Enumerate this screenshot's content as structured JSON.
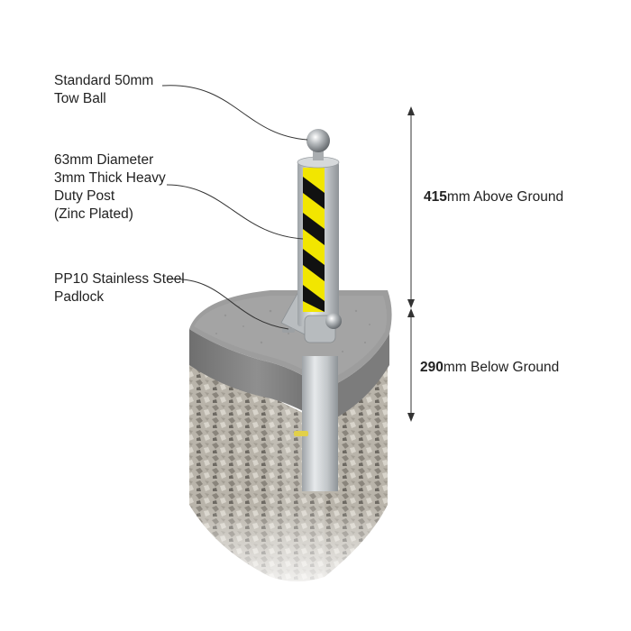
{
  "callouts": {
    "tow_ball": [
      "Standard 50mm",
      "Tow Ball"
    ],
    "post": [
      "63mm Diameter",
      "3mm Thick Heavy",
      "Duty Post",
      "(Zinc Plated)"
    ],
    "padlock": [
      "PP10 Stainless Steel",
      "Padlock"
    ]
  },
  "dimensions": {
    "above": {
      "value": "415",
      "text": "mm Above Ground"
    },
    "below": {
      "value": "290",
      "text": "mm Below Ground"
    }
  },
  "colors": {
    "stripe_yellow": "#f2e600",
    "stripe_black": "#111111",
    "steel": "#c7cbce",
    "concrete": "#9a9a9a",
    "cap_top": "#cfcfcf"
  }
}
